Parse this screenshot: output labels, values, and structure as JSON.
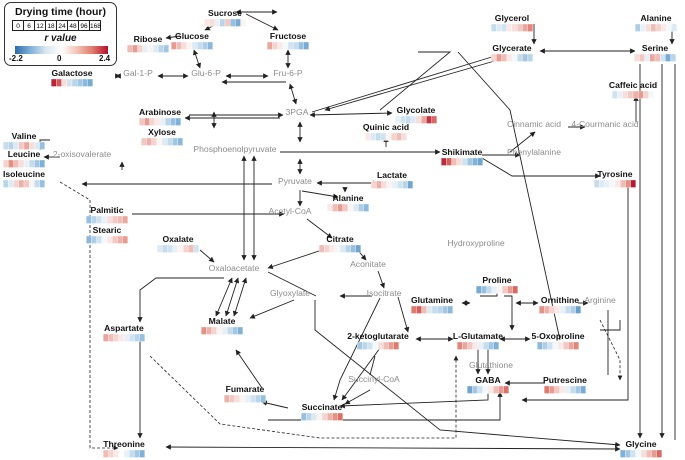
{
  "legend": {
    "title": "Drying time (hour)",
    "times": [
      "0",
      "6",
      "12",
      "18",
      "24",
      "48",
      "96",
      "168"
    ],
    "r_label": "r value",
    "min": "-2.2",
    "mid": "0",
    "max": "2.4",
    "gradient": [
      "#2c6aa8",
      "#7fb2d8",
      "#ffffff",
      "#e07a6c",
      "#b30f2e"
    ]
  },
  "colors": {
    "bold_text": "#111111",
    "grey_text": "#8c8c8c",
    "arrow": "#222222",
    "grey_arrow": "#9a9a9a"
  },
  "metabolites": [
    {
      "id": "sucrose",
      "label": "Sucrose",
      "bold": true,
      "heat": [
        0.2,
        0.3,
        -0.2,
        -0.6,
        0.5,
        -0.9,
        -1.2,
        0.1
      ]
    },
    {
      "id": "glucose",
      "label": "Glucose",
      "bold": true,
      "heat": [
        0.9,
        0.6,
        0.3,
        0.1,
        -0.3,
        -0.5,
        -0.7,
        -1.0
      ]
    },
    {
      "id": "fructose",
      "label": "Fructose",
      "bold": true,
      "heat": [
        0.8,
        0.4,
        0.2,
        -0.1,
        -0.4,
        -0.5,
        -0.9,
        -1.2
      ]
    },
    {
      "id": "ribose",
      "label": "Ribose",
      "bold": true,
      "heat": [
        0.6,
        0.9,
        0.4,
        -0.2,
        0.1,
        -0.3,
        -0.6,
        -0.8
      ]
    },
    {
      "id": "glycerol",
      "label": "Glycerol",
      "bold": true,
      "heat": [
        -0.5,
        -0.3,
        -0.4,
        0.2,
        0.3,
        0.5,
        0.8,
        1.1
      ]
    },
    {
      "id": "alanine_top",
      "label": "Alanine",
      "bold": true,
      "heat": [
        -0.7,
        -0.2,
        0.3,
        0.6,
        0.4,
        0.2,
        -0.1,
        -0.3
      ]
    },
    {
      "id": "galactose",
      "label": "Galactose",
      "bold": true,
      "heat": [
        2.2,
        1.6,
        0.3,
        -0.4,
        -0.6,
        -0.8,
        -1.0,
        -1.2
      ]
    },
    {
      "id": "glycerate",
      "label": "Glycerate",
      "bold": true,
      "heat": [
        0.4,
        0.9,
        0.6,
        0.2,
        -0.1,
        -0.5,
        -0.8,
        -0.6
      ]
    },
    {
      "id": "serine",
      "label": "Serine",
      "bold": true,
      "heat": [
        0.3,
        0.5,
        -0.2,
        0.8,
        0.6,
        -0.4,
        -1.2,
        -0.6
      ]
    },
    {
      "id": "caffeic",
      "label": "Caffeic acid",
      "bold": true,
      "heat": [
        -0.4,
        -0.2,
        0.3,
        0.5,
        0.7,
        0.9,
        0.4,
        -0.1
      ]
    },
    {
      "id": "arabinose",
      "label": "Arabinose",
      "bold": true,
      "heat": [
        0.5,
        0.9,
        0.4,
        0.2,
        -0.2,
        -0.6,
        -0.9,
        -1.1
      ]
    },
    {
      "id": "glycolate",
      "label": "Glycolate",
      "bold": true,
      "heat": [
        -0.2,
        -0.4,
        -0.5,
        -0.3,
        0.3,
        0.8,
        2.0,
        1.4
      ]
    },
    {
      "id": "xylose",
      "label": "Xylose",
      "bold": true,
      "heat": [
        0.5,
        0.7,
        0.4,
        0.1,
        -0.3,
        -0.5,
        -0.8,
        -1.0
      ]
    },
    {
      "id": "quinic",
      "label": "Quinic acid",
      "bold": true,
      "heat": [
        0.2,
        -0.3,
        -0.5,
        -0.4,
        0.1,
        0.4,
        0.6,
        0.3
      ]
    },
    {
      "id": "valine",
      "label": "Valine",
      "bold": true,
      "heat": [
        -0.5,
        -0.6,
        -0.3,
        0.5,
        0.8,
        0.3,
        -0.3,
        -0.9
      ]
    },
    {
      "id": "leucine",
      "label": "Leucine",
      "bold": true,
      "heat": [
        0.4,
        1.0,
        0.6,
        0.3,
        -0.2,
        -0.5,
        -0.8,
        -1.1
      ]
    },
    {
      "id": "shikimate",
      "label": "Shikimate",
      "bold": true,
      "heat": [
        2.1,
        1.5,
        0.6,
        0.3,
        -0.4,
        -0.8,
        -1.1,
        -1.3
      ]
    },
    {
      "id": "isoleucine",
      "label": "Isoleucine",
      "bold": true,
      "heat": [
        -0.6,
        -0.3,
        0.4,
        0.7,
        0.5,
        0.1,
        -0.5,
        -0.9
      ]
    },
    {
      "id": "lactate",
      "label": "Lactate",
      "bold": true,
      "heat": [
        0.4,
        0.7,
        0.3,
        0.1,
        -0.2,
        -0.4,
        -0.6,
        -1.3
      ]
    },
    {
      "id": "tyrosine",
      "label": "Tyrosine",
      "bold": true,
      "heat": [
        -0.5,
        -0.3,
        -0.2,
        -0.1,
        0.2,
        0.6,
        1.0,
        2.3
      ]
    },
    {
      "id": "palmitic",
      "label": "Palmitic",
      "bold": true,
      "heat": [
        -0.9,
        -0.6,
        -0.4,
        -0.2,
        0.3,
        0.5,
        0.6,
        0.8
      ]
    },
    {
      "id": "stearic",
      "label": "Stearic",
      "bold": true,
      "heat": [
        -1.0,
        -0.7,
        -0.4,
        -0.1,
        0.2,
        0.5,
        0.7,
        0.9
      ]
    },
    {
      "id": "alanine_mid",
      "label": "Alanine",
      "bold": true,
      "heat": [
        0.2,
        0.6,
        0.9,
        0.5,
        0.1,
        -0.3,
        -0.7,
        -1.0
      ]
    },
    {
      "id": "oxalate",
      "label": "Oxalate",
      "bold": true,
      "heat": [
        -0.3,
        -0.5,
        -0.4,
        -0.2,
        0.1,
        0.4,
        0.6,
        -0.4
      ]
    },
    {
      "id": "citrate",
      "label": "Citrate",
      "bold": true,
      "heat": [
        0.6,
        0.4,
        0.2,
        -0.1,
        -0.3,
        -0.6,
        -0.9,
        -1.3
      ]
    },
    {
      "id": "proline",
      "label": "Proline",
      "bold": true,
      "heat": [
        -1.2,
        -0.9,
        -0.5,
        -0.2,
        0.1,
        0.5,
        0.9,
        1.4
      ]
    },
    {
      "id": "glutamine",
      "label": "Glutamine",
      "bold": true,
      "heat": [
        1.2,
        1.5,
        0.6,
        -0.3,
        -0.5,
        -0.6,
        -0.8,
        -1.0
      ]
    },
    {
      "id": "ornithine",
      "label": "Ornithine",
      "bold": true,
      "heat": [
        1.0,
        0.7,
        0.4,
        0.2,
        -0.2,
        -0.5,
        -0.7,
        -1.4
      ]
    },
    {
      "id": "aspartate",
      "label": "Aspartate",
      "bold": true,
      "heat": [
        0.8,
        0.6,
        0.4,
        0.2,
        -0.2,
        -0.4,
        -0.6,
        -0.9
      ]
    },
    {
      "id": "malate",
      "label": "Malate",
      "bold": true,
      "heat": [
        1.0,
        0.7,
        0.4,
        0.1,
        -0.2,
        -0.5,
        -0.8,
        -1.1
      ]
    },
    {
      "id": "ketoglutarate",
      "label": "2-ketoglutarate",
      "bold": true,
      "heat": [
        -0.8,
        -0.6,
        -0.4,
        -0.1,
        0.3,
        0.6,
        0.9,
        1.2
      ]
    },
    {
      "id": "glutamate",
      "label": "L-Glutamate",
      "bold": true,
      "heat": [
        1.1,
        0.8,
        0.5,
        0.2,
        -0.2,
        -0.5,
        -0.8,
        -1.1
      ]
    },
    {
      "id": "oxoproline",
      "label": "5-Oxoproline",
      "bold": true,
      "heat": [
        -1.0,
        -0.7,
        -0.4,
        -0.1,
        0.2,
        0.5,
        0.8,
        1.1
      ]
    },
    {
      "id": "gaba",
      "label": "GABA",
      "bold": true,
      "heat": [
        -1.3,
        -0.8,
        -0.4,
        -0.1,
        0.2,
        0.6,
        0.9,
        1.3
      ]
    },
    {
      "id": "putrescine",
      "label": "Putrescine",
      "bold": true,
      "heat": [
        1.2,
        0.9,
        0.5,
        0.2,
        -0.2,
        -0.5,
        -0.8,
        -1.2
      ]
    },
    {
      "id": "fumarate",
      "label": "Fumarate",
      "bold": true,
      "heat": [
        0.7,
        0.5,
        0.3,
        0.1,
        -0.2,
        -0.4,
        -0.6,
        -0.9
      ]
    },
    {
      "id": "succinate",
      "label": "Succinate",
      "bold": true,
      "heat": [
        -0.9,
        -0.6,
        -0.3,
        0.1,
        0.4,
        0.7,
        1.0,
        1.3
      ]
    },
    {
      "id": "threonine",
      "label": "Threonine",
      "bold": true,
      "heat": [
        0.6,
        0.4,
        0.2,
        0.0,
        -0.2,
        -0.5,
        -0.8,
        -1.1
      ]
    },
    {
      "id": "glycine",
      "label": "Glycine",
      "bold": true,
      "heat": [
        -1.1,
        -0.8,
        -0.4,
        -0.1,
        0.3,
        0.6,
        0.9,
        1.4
      ]
    },
    {
      "id": "gal1p",
      "label": "Gal-1-P",
      "bold": false
    },
    {
      "id": "glu6p",
      "label": "Glu-6-P",
      "bold": false
    },
    {
      "id": "fru6p",
      "label": "Fru-6-P",
      "bold": false
    },
    {
      "id": "pga",
      "label": "3PGA",
      "bold": false
    },
    {
      "id": "pep",
      "label": "Phosphoenolpyruvate",
      "bold": false
    },
    {
      "id": "pyruvate",
      "label": "Pyruvate",
      "bold": false
    },
    {
      "id": "oxoval",
      "label": "2-oxisovalerate",
      "bold": false
    },
    {
      "id": "acetylcoa",
      "label": "Acetyl-CoA",
      "bold": false
    },
    {
      "id": "oaa",
      "label": "Oxaloacetate",
      "bold": false
    },
    {
      "id": "aconitate",
      "label": "Aconitate",
      "bold": false
    },
    {
      "id": "isocitrate",
      "label": "Isocitrate",
      "bold": false
    },
    {
      "id": "glyoxylate",
      "label": "Glyoxylate",
      "bold": false
    },
    {
      "id": "succcoa",
      "label": "Succinyl-CoA",
      "bold": false
    },
    {
      "id": "hydroxyproline",
      "label": "Hydroxyproline",
      "bold": false
    },
    {
      "id": "arginine",
      "label": "Arginine",
      "bold": false
    },
    {
      "id": "glutathione",
      "label": "Glutathione",
      "bold": false
    },
    {
      "id": "cinnamic",
      "label": "Cinnamic acid",
      "bold": false
    },
    {
      "id": "coumaric",
      "label": "4-Courmanic acid",
      "bold": false
    },
    {
      "id": "phenylalanine",
      "label": "Phenylalanine",
      "bold": false
    }
  ]
}
